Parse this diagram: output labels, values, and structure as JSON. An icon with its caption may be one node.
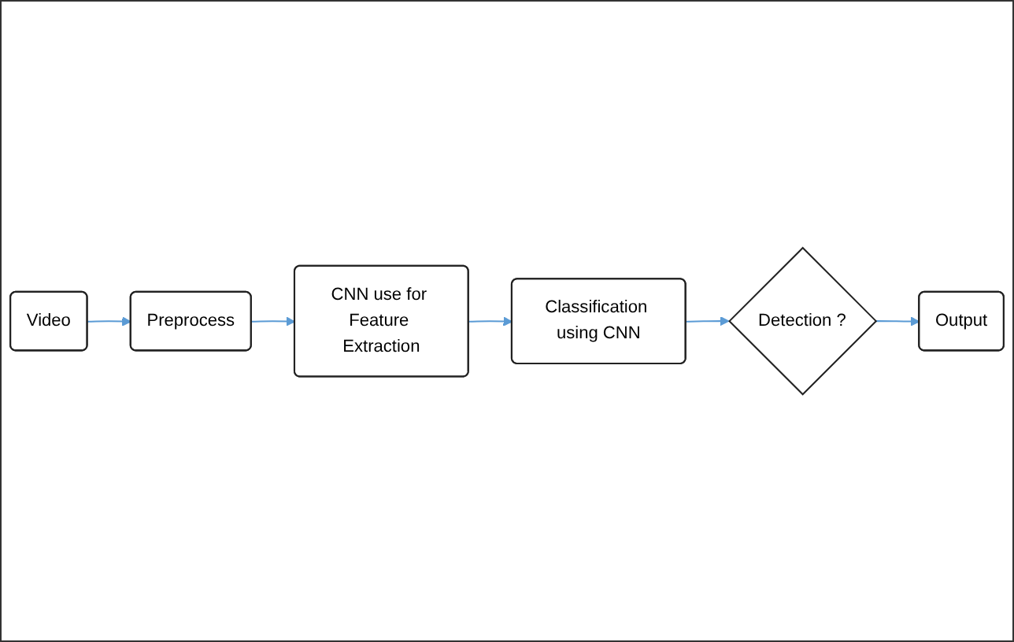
{
  "diagram": {
    "nodes": [
      {
        "text": [
          "Video"
        ]
      },
      {
        "text": [
          "Preprocess"
        ]
      },
      {
        "text": [
          "CNN use for Feature Extraction"
        ]
      },
      {
        "text": [
          "Classification using CNN"
        ]
      },
      {
        "text": [
          "Detection ?"
        ]
      },
      {
        "text": [
          "Output"
        ]
      }
    ],
    "edges": [
      {
        "from": 0,
        "to": 1,
        "arrow": "to"
      },
      {
        "from": 1,
        "to": 2,
        "arrow": "to"
      },
      {
        "from": 2,
        "to": 3,
        "arrow": "to"
      },
      {
        "from": 3,
        "to": 4,
        "arrow": "to"
      },
      {
        "from": 4,
        "to": 5,
        "arrow": "to"
      }
    ]
  }
}
